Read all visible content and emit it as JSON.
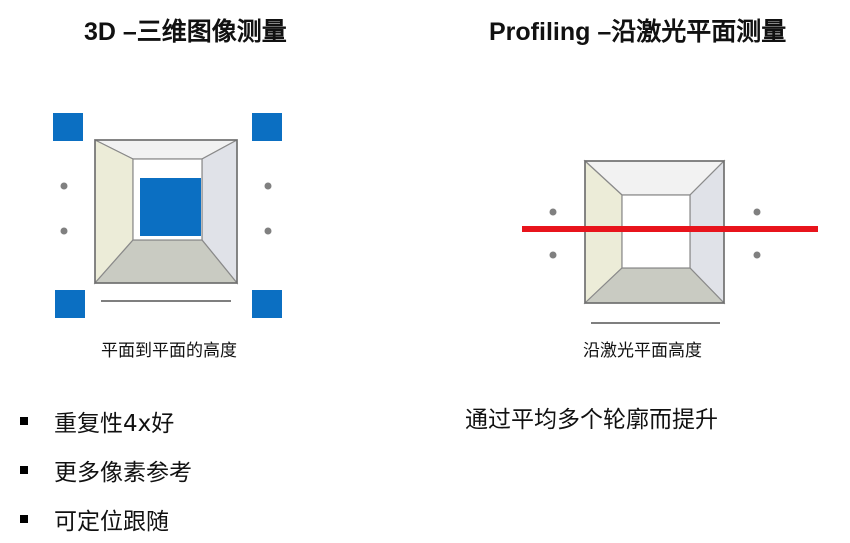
{
  "left_panel": {
    "title": "3D –三维图像测量",
    "caption": "平面到平面的高度",
    "bullets": [
      {
        "text": "重复性4x好"
      },
      {
        "text": "更多像素参考"
      },
      {
        "text": "可定位跟随"
      }
    ]
  },
  "right_panel": {
    "title": "Profiling –沿激光平面测量",
    "caption": "沿激光平面高度",
    "note": "通过平均多个轮廓而提升"
  },
  "colors": {
    "reference_square": "#0b6fc2",
    "laser_line": "#e8141c",
    "frustum_left_face": "#ececd8",
    "frustum_right_face": "#e0e2e8",
    "frustum_bottom_face": "#c9cbc2",
    "frustum_top_face": "#f2f2f2",
    "dot": "#808080"
  }
}
